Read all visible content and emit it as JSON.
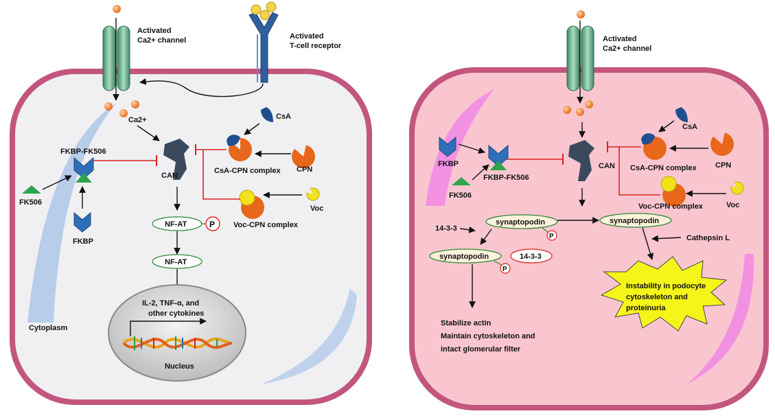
{
  "left_panel": {
    "channel_label": [
      "Activated",
      "Ca2+ channel"
    ],
    "receptor_label": [
      "Activated",
      "T-cell receptor"
    ],
    "ca_label": "Ca2+",
    "csa": "CsA",
    "cpn": "CPN",
    "voc": "Voc",
    "csa_cpn_complex": "CsA-CPN complex",
    "voc_cpn_complex": "Voc-CPN complex",
    "can": "CAN",
    "fkbp_fk506": "FKBP-FK506",
    "fk506": "FK506",
    "fkbp": "FKBP",
    "nfat_1": "NF-AT",
    "nfat_2": "NF-AT",
    "phospho": "P",
    "nucleus_text": [
      "IL-2, TNF-α, and",
      "other cytokines"
    ],
    "nucleus": "Nucleus",
    "cytoplasm": "Cytoplasm"
  },
  "right_panel": {
    "channel_label": [
      "Activated",
      "Ca2+ channel"
    ],
    "csa": "CsA",
    "cpn": "CPN",
    "voc": "Voc",
    "can": "CAN",
    "csa_cpn_complex": "CsA-CPN complex",
    "voc_cpn_complex": "Voc-CPN complex",
    "fkbp": "FKBP",
    "fk506": "FK506",
    "fkbp_fk506": "FKBP-FK506",
    "synaptopodin_1": "synaptopodin",
    "synaptopodin_2": "synaptopodin",
    "synaptopodin_3": "synaptopodin",
    "prot_1433_a": "14-3-3",
    "prot_1433_b": "14-3-3",
    "phospho_1": "P",
    "phospho_2": "P",
    "cathepsin": "Cathepsin L",
    "outcome_lines": [
      "Stabilize actin",
      "Maintain cytoskeleton and",
      "intact glomerular filter"
    ],
    "instability_lines": [
      "Instability in podocyte",
      "cytoskeleton and",
      "proteinuria"
    ]
  },
  "colors": {
    "membrane": "#c2567e",
    "left_cell_fill": "#f0f0f2",
    "right_cell_fill": "#f9c6cf",
    "inhibit": "#e0201c",
    "ca": "#f07a1c",
    "fkbp": "#2f6fb8",
    "fk506": "#2fa44f",
    "csa": "#1f4f8f",
    "cpn": "#e8671a",
    "voc": "#f2e21a",
    "can": "#3a4a5c",
    "starburst": "#f5f51a"
  }
}
